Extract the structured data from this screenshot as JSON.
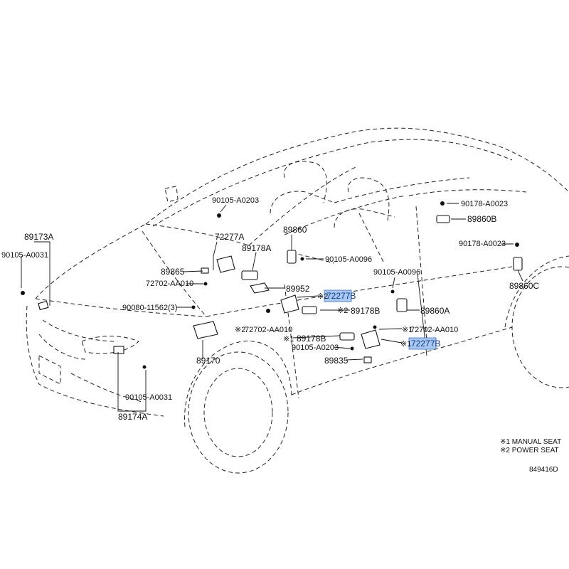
{
  "labels": {
    "p89173A": "89173A",
    "p90105_A0031_top": "90105-A0031",
    "p90105_A0203_top": "90105-A0203",
    "p72277A": "72277A",
    "p89178A": "89178A",
    "p89865": "89865",
    "p72702_AA010": "72702-AA010",
    "p90080_11562": "90080-11562(3)",
    "p89860": "89860",
    "p90105_A0096_top": "90105-A0096",
    "p89952": "89952",
    "p72277B_upper": "72277B",
    "p90105_A0096_mid": "90105-A0096",
    "p89178B": "89178B",
    "p89860A": "89860A",
    "p72702_AA010_left": "72702-AA010",
    "p89178B_lower": "89178B",
    "p72702_AA010_right": "72702-AA010",
    "p90105_A0203_mid": "90105-A0203",
    "p72277B_lower": "72277B",
    "p89835": "89835",
    "p89170": "89170",
    "p90105_A0031_bottom": "90105-A0031",
    "p89174A": "89174A",
    "p90178_A0023_top": "90178-A0023",
    "p89860B": "89860B",
    "p90178_A0023_mid": "90178-A0023",
    "p89860C": "89860C"
  },
  "marks": {
    "note1": "※1",
    "note2": "※2"
  },
  "legend": {
    "manual_seat": "※1 MANUAL SEAT",
    "power_seat": "※2 POWER SEAT"
  },
  "figure_code": "849416D",
  "colors": {
    "highlight": "#a9c9f2",
    "line": "#111111"
  }
}
